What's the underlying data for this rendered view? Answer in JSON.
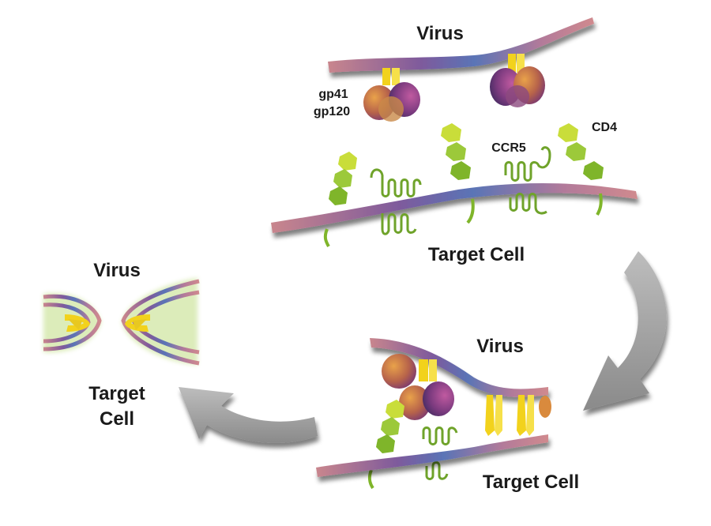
{
  "panel_top": {
    "virus_label": "Virus",
    "gp41_label": "gp41",
    "gp120_label": "gp120",
    "ccr5_label": "CCR5",
    "cd4_label": "CD4",
    "cell_label": "Target Cell"
  },
  "panel_bottom_right": {
    "virus_label": "Virus",
    "cell_label": "Target Cell"
  },
  "panel_left": {
    "virus_label": "Virus",
    "cell_label_line1": "Target",
    "cell_label_line2": "Cell"
  },
  "colors": {
    "membrane_pink": "#c9868d",
    "membrane_purple": "#7e5a9c",
    "membrane_blue": "#5a74b6",
    "cd4_green": "#9cc93a",
    "ccr5_green": "#7aa62a",
    "gp41_yellow": "#f2d21c",
    "gp120_orange": "#d98a3d",
    "gp120_purple": "#8a3f86",
    "arrow_gray": "#9a9a9a"
  }
}
